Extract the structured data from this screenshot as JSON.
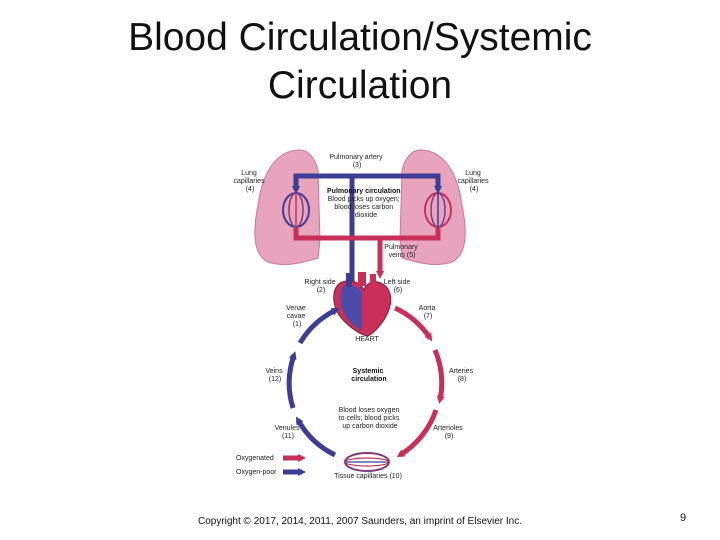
{
  "slide": {
    "title_line1": "Blood Circulation/Systemic",
    "title_line2": "Circulation",
    "copyright": "Copyright © 2017, 2014, 2011, 2007 Saunders, an imprint of Elsevier Inc.",
    "page_number": "9"
  },
  "diagram": {
    "pulmonary_artery": [
      "Pulmonary artery",
      "(3)"
    ],
    "lung_cap_left": [
      "Lung",
      "capillaries",
      "(4)"
    ],
    "lung_cap_right": [
      "Lung",
      "capillaries",
      "(4)"
    ],
    "pulmonary_circ": [
      "Pulmonary circulation",
      "Blood picks up oxygen;",
      "blood loses carbon",
      "dioxide"
    ],
    "pulmonary_veins": [
      "Pulmonary",
      "veins (5)"
    ],
    "right_side": [
      "Right side",
      "(2)"
    ],
    "left_side": [
      "Left side",
      "(6)"
    ],
    "venae_cavae": [
      "Venae",
      "cavae",
      "(1)"
    ],
    "aorta": [
      "Aorta",
      "(7)"
    ],
    "heart": "HEART",
    "veins": [
      "Veins",
      "(12)"
    ],
    "systemic_circ": [
      "Systemic",
      "circulation"
    ],
    "arteries": [
      "Arteries",
      "(8)"
    ],
    "tissue_note": [
      "Blood loses oxygen",
      "to cells; blood picks",
      "up carbon dioxide"
    ],
    "venules": [
      "Venules",
      "(11)"
    ],
    "arterioles": [
      "Arterioles",
      "(9)"
    ],
    "legend_oxygenated": "Oxygenated",
    "legend_oxygen_poor": "Oxygen-poor",
    "tissue_capillaries": "Tissue capillaries (10)"
  },
  "colors": {
    "oxygenated": "#c8305a",
    "oxygen_poor": "#3c3e94",
    "lung": "#e8a3bd",
    "lung_dark": "#c9789a"
  }
}
